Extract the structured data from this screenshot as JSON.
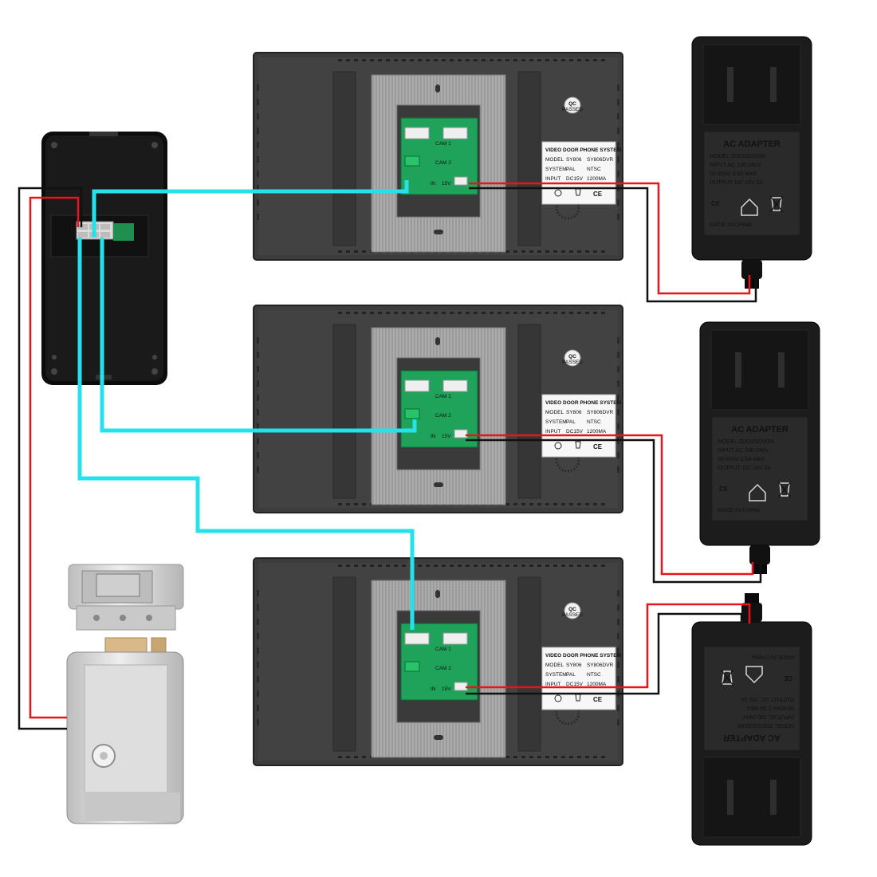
{
  "colors": {
    "wire_red": "#e8141b",
    "wire_black": "#111111",
    "wire_cyan": "#27e1ea",
    "monitor_body": "#3c3c3c",
    "bracket_steel": "#a9a9a9",
    "pcb_green": "#1fa35a",
    "adapter_body": "#1c1c1c",
    "lock_body": "#d6d6d6"
  },
  "monitors": [
    {
      "qc": "QC",
      "qc_sub": "PASSED",
      "pcb": {
        "cam1": "CAM 1",
        "cam2": "CAM 2",
        "in": "IN",
        "dc": "15V"
      },
      "sticker": {
        "title": "VIDEO DOOR PHONE SYSTEM",
        "model_label": "MODEL",
        "model_opt1": "SY806",
        "model_opt2": "SY806DVR",
        "system_label": "SYSTEM",
        "system_opt1": "PAL",
        "system_opt2": "NTSC",
        "input_label": "INPUT",
        "input_v": "DC15V",
        "input_a": "1200MA",
        "ce": "CE"
      }
    },
    {
      "qc": "QC",
      "qc_sub": "PASSED",
      "pcb": {
        "cam1": "CAM 1",
        "cam2": "CAM 2",
        "in": "IN",
        "dc": "15V"
      },
      "sticker": {
        "title": "VIDEO DOOR PHONE SYSTEM",
        "model_label": "MODEL",
        "model_opt1": "SY806",
        "model_opt2": "SY806DVR",
        "system_label": "SYSTEM",
        "system_opt1": "PAL",
        "system_opt2": "NTSC",
        "input_label": "INPUT",
        "input_v": "DC15V",
        "input_a": "1200MA",
        "ce": "CE"
      }
    },
    {
      "qc": "QC",
      "qc_sub": "PASSED",
      "pcb": {
        "cam1": "CAM 1",
        "cam2": "CAM 2",
        "in": "IN",
        "dc": "15V"
      },
      "sticker": {
        "title": "VIDEO DOOR PHONE SYSTEM",
        "model_label": "MODEL",
        "model_opt1": "SY806",
        "model_opt2": "SY806DVR",
        "system_label": "SYSTEM",
        "system_opt1": "PAL",
        "system_opt2": "NTSC",
        "input_label": "INPUT",
        "input_v": "DC15V",
        "input_a": "1200MA",
        "ce": "CE"
      }
    }
  ],
  "adapters": [
    {
      "title": "AC ADAPTER",
      "model": "MODEL ZDD150200M",
      "input": "INPUT AC 100-240V",
      "freq": "50-60Hz 0.5A MAX",
      "output": "OUTPUT: DC 15V 2A",
      "made_in": "MADE IN CHINA",
      "ce": "CE"
    },
    {
      "title": "AC ADAPTER",
      "model": "MODEL ZDD150200M",
      "input": "INPUT AC 100-240V",
      "freq": "50-60Hz 0.5A MAX",
      "output": "OUTPUT: DC 15V 2A",
      "made_in": "MADE IN CHINA",
      "ce": "CE"
    },
    {
      "title": "AC ADAPTER",
      "model": "MODEL ZDD150200M",
      "input": "INPUT AC 100-240V",
      "freq": "50-60Hz 0.5A MAX",
      "output": "OUTPUT: DC 15V 2A",
      "made_in": "MADE IN CHINA",
      "ce": "CE"
    }
  ]
}
